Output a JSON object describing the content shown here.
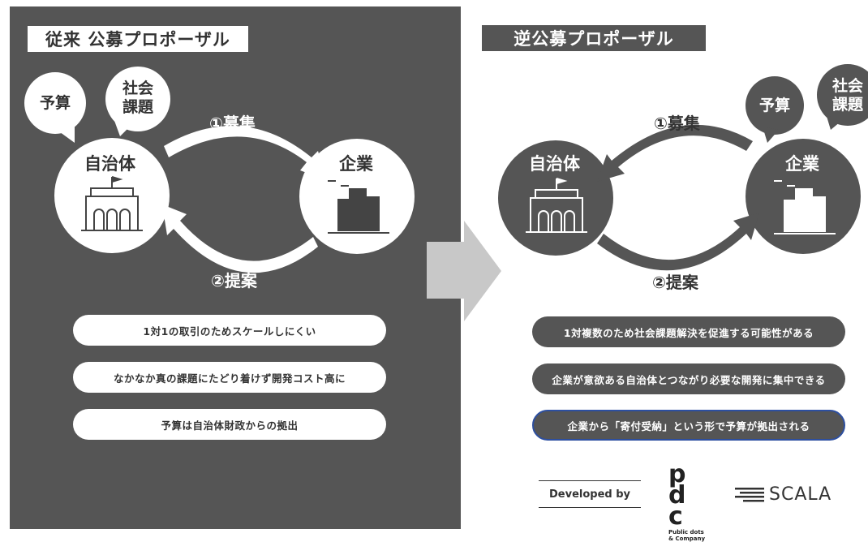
{
  "left": {
    "title": "従来 公募プロポーザル",
    "bubbles": {
      "budget": "予算",
      "social_line1": "社会",
      "social_line2": "課題"
    },
    "municipality": "自治体",
    "company": "企業",
    "arrow_top": "①募集",
    "arrow_bottom": "②提案",
    "pills": [
      "1対1の取引のためスケールしにくい",
      "なかなか真の課題にたどり着けず開発コスト高に",
      "予算は自治体財政からの拠出"
    ]
  },
  "right": {
    "title": "逆公募プロポーザル",
    "bubbles": {
      "budget": "予算",
      "social_line1": "社会",
      "social_line2": "課題"
    },
    "municipality": "自治体",
    "company": "企業",
    "arrow_top": "①募集",
    "arrow_bottom": "②提案",
    "pills": [
      "1対複数のため社会課題解決を促進する可能性がある",
      "企業が意欲ある自治体とつながり必要な開発に集中できる",
      "企業から「寄付受納」という形で予算が拠出される"
    ]
  },
  "footer": {
    "developed_by": "Developed by",
    "pdc_mark": "pdc",
    "pdc_line1": "Public dots",
    "pdc_line2": "& Company",
    "scala": "SCALA"
  },
  "colors": {
    "dark": "#555555",
    "light": "#ffffff",
    "arrow_grey": "#c8c8c8",
    "accent": "#2d4fa0"
  }
}
